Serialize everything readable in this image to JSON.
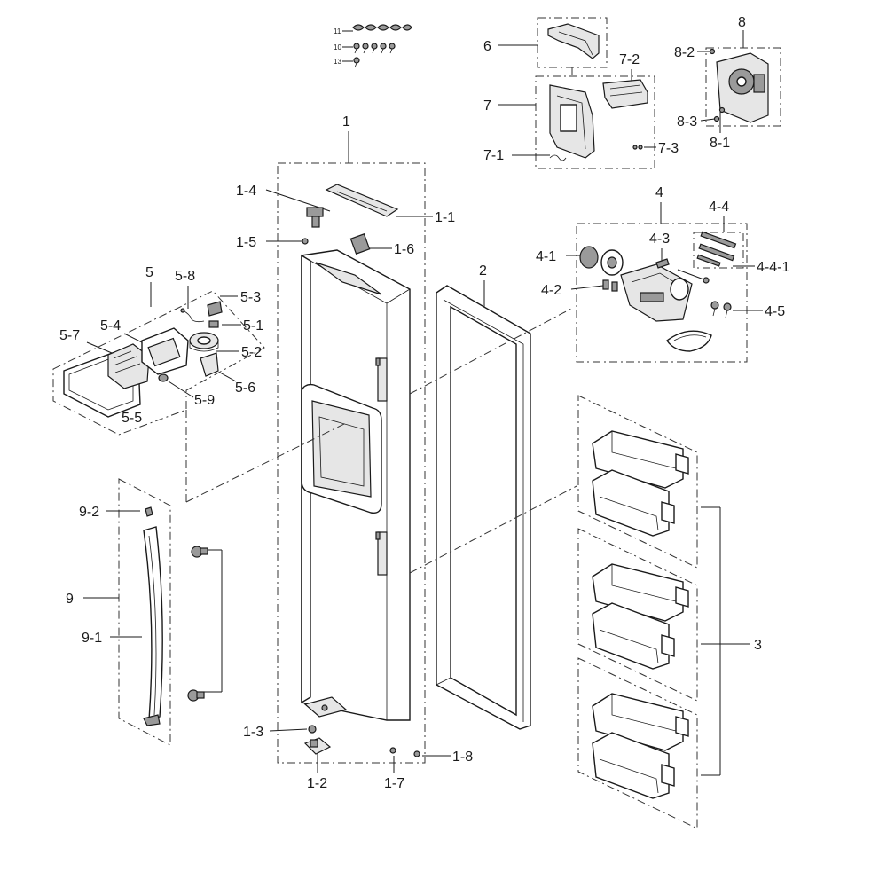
{
  "diagram": {
    "labels": {
      "l1": "1",
      "l1_1": "1-1",
      "l1_2": "1-2",
      "l1_3": "1-3",
      "l1_4": "1-4",
      "l1_5": "1-5",
      "l1_6": "1-6",
      "l1_7": "1-7",
      "l1_8": "1-8",
      "l2": "2",
      "l3": "3",
      "l4": "4",
      "l4_1": "4-1",
      "l4_2": "4-2",
      "l4_3": "4-3",
      "l4_4": "4-4",
      "l4_4_1": "4-4-1",
      "l4_5": "4-5",
      "l5": "5",
      "l5_1": "5-1",
      "l5_2": "5-2",
      "l5_3": "5-3",
      "l5_4": "5-4",
      "l5_5": "5-5",
      "l5_6": "5-6",
      "l5_7": "5-7",
      "l5_8": "5-8",
      "l5_9": "5-9",
      "l6": "6",
      "l7": "7",
      "l7_1": "7-1",
      "l7_2": "7-2",
      "l7_3": "7-3",
      "l8": "8",
      "l8_1": "8-1",
      "l8_2": "8-2",
      "l8_3": "8-3",
      "l9": "9",
      "l9_1": "9-1",
      "l9_2": "9-2",
      "l10": "10",
      "l11": "11",
      "l13": "13"
    }
  }
}
